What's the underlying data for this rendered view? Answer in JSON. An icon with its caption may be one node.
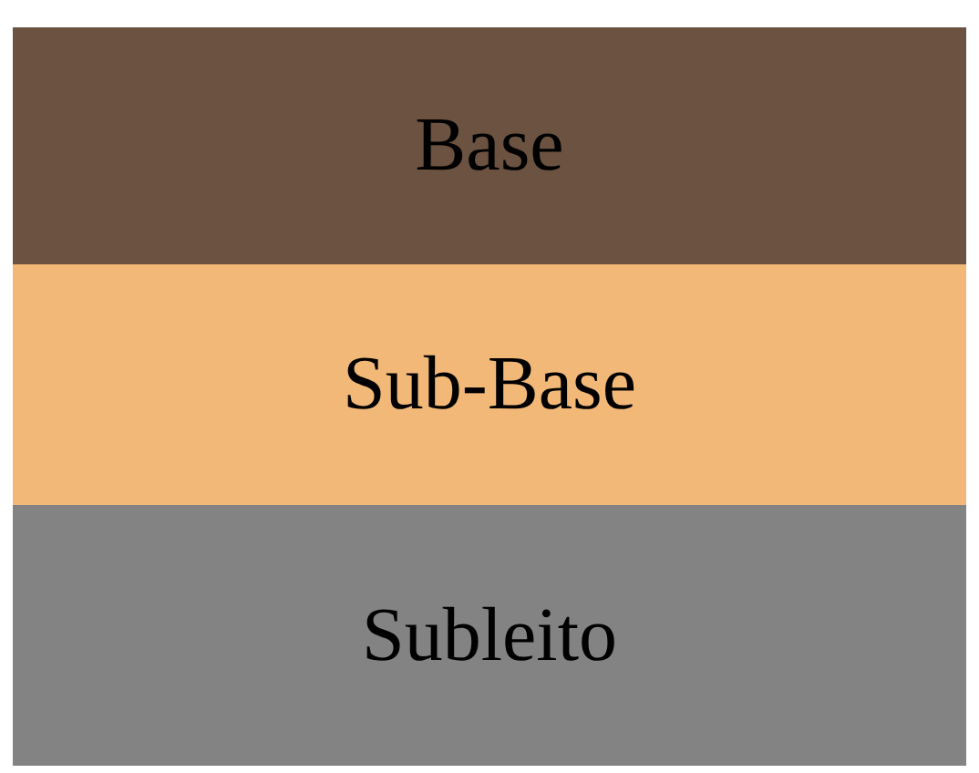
{
  "diagram": {
    "nodes": [
      {
        "text": [
          "Base"
        ]
      },
      {
        "text": [
          "Sub-Base"
        ]
      },
      {
        "text": [
          "Subleito"
        ]
      }
    ]
  }
}
